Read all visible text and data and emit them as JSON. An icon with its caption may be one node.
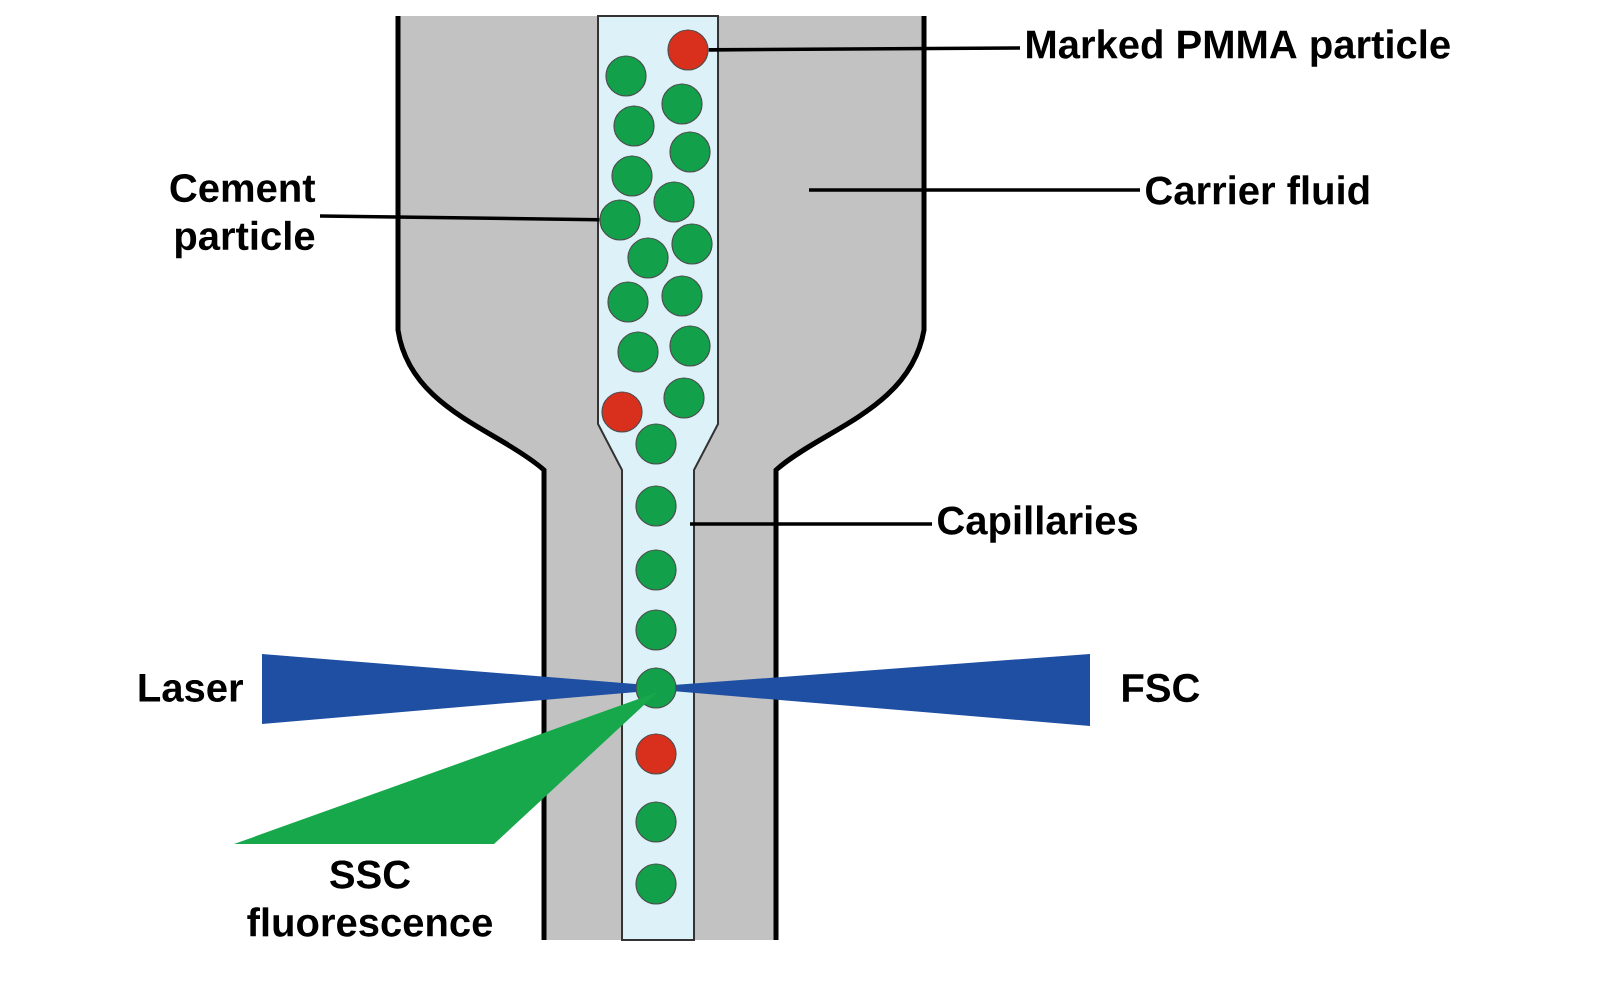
{
  "diagram": {
    "nodes": [
      {
        "text": [],
        "shape": "funnel"
      },
      {
        "text": [],
        "shape": "tube",
        "in": 0
      },
      {
        "text": [],
        "shape": "circle",
        "in": 1
      },
      {
        "text": [],
        "shape": "circle",
        "in": 1
      },
      {
        "text": [
          "Marked PMMA particle"
        ]
      },
      {
        "text": [
          "Cement particle"
        ]
      },
      {
        "text": [
          "Carrier fluid"
        ]
      },
      {
        "text": [
          "Capillaries"
        ]
      }
    ],
    "edges": [
      {
        "from": 4,
        "to": 2,
        "arrow": "none"
      },
      {
        "from": 5,
        "to": 3,
        "arrow": "none"
      },
      {
        "from": 6,
        "to": 0,
        "arrow": "none"
      },
      {
        "from": 7,
        "to": 1,
        "arrow": "none"
      }
    ],
    "labels": [
      "Laser",
      "FSC",
      "SSC fluorescence"
    ]
  }
}
